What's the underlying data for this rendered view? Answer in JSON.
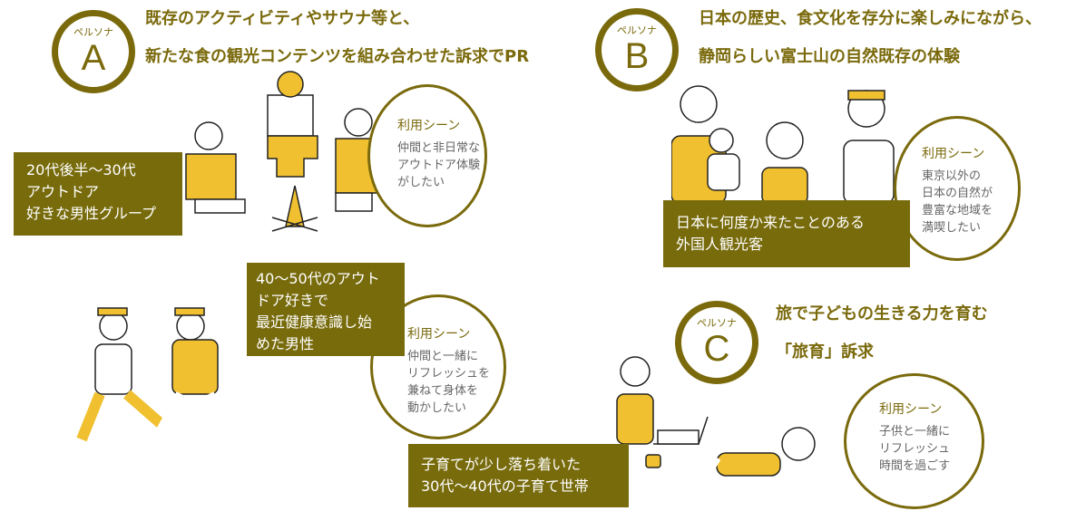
{
  "personas": [
    {
      "label": "ペルソナ",
      "letter": "A",
      "title": [
        "既存のアクティビティやサウナ等と、",
        "新たな食の観光コンテンツを組み合わせた訴求でPR"
      ]
    },
    {
      "label": "ペルソナ",
      "letter": "B",
      "title": [
        "日本の歴史、食文化を存分に楽しみにながら、",
        "静岡らしい富士山の自然既存の体験"
      ]
    },
    {
      "label": "ペルソナ",
      "letter": "C",
      "title": [
        "旅で子どもの生きる力を育む",
        "「旅育」訴求"
      ]
    }
  ],
  "targets": [
    {
      "lines": [
        "20代後半～30代",
        "アウトドア",
        "好きな男性グループ"
      ]
    },
    {
      "lines": [
        "日本に何度か来たことのある",
        "外国人観光客"
      ]
    },
    {
      "lines": [
        "40～50代のアウト",
        "ドア好きで",
        "最近健康意識し始",
        "めた男性"
      ]
    },
    {
      "lines": [
        "子育てが少し落ち着いた",
        "30代～40代の子育て世帯"
      ]
    }
  ],
  "scenes": [
    {
      "heading": "利用シーン",
      "body": "仲間と非日常な\nアウトドア体験\nがしたい"
    },
    {
      "heading": "利用シーン",
      "body": "東京以外の\n日本の自然が\n豊富な地域を\n満喫したい"
    },
    {
      "heading": "利用シーン",
      "body": "仲間と一緒に\nリフレッシュを\n兼ねて身体を\n動かしたい"
    },
    {
      "heading": "利用シーン",
      "body": "子供と一緒に\nリフレッシュ\n時間を過ごす"
    }
  ],
  "colors": {
    "olive": "#7a6a0c",
    "yellow": "#f0c030"
  }
}
